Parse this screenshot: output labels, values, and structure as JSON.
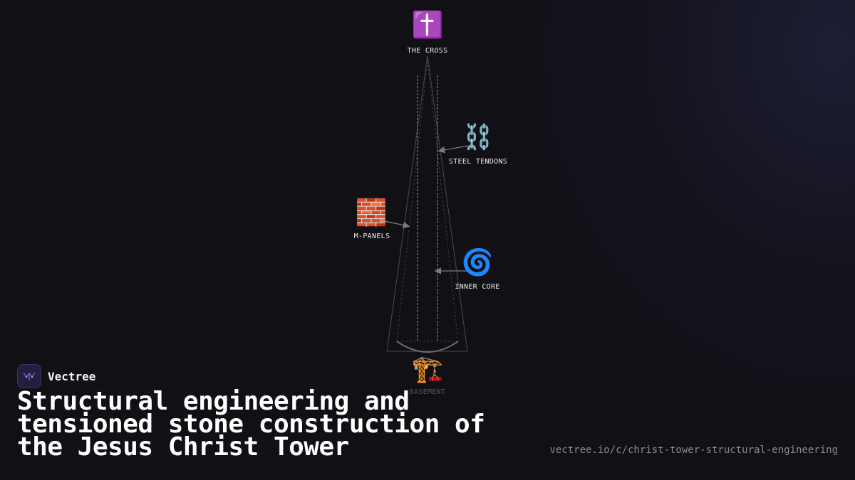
{
  "diagram": {
    "labels": {
      "cross": "THE CROSS",
      "steel_tendons": "STEEL TENDONS",
      "m_panels": "M-PANELS",
      "inner_core": "INNER CORE",
      "basement": "BASEMENT"
    },
    "icons": {
      "cross": "✝️",
      "steel_tendons": "⛓️",
      "m_panels": "🧱",
      "inner_core": "🌀",
      "basement": "🏗️"
    },
    "colors": {
      "outline": "#4a4a52",
      "tendons": "#c0453f",
      "arrow": "#7a7a80"
    }
  },
  "brand": {
    "name": "Vectree",
    "logo_icon": "vectree-logo-icon",
    "logo_color": "#7c5cd6"
  },
  "headline": "Structural engineering and tensioned stone construction of the Jesus Christ Tower",
  "url": "vectree.io/c/christ-tower-structural-engineering"
}
